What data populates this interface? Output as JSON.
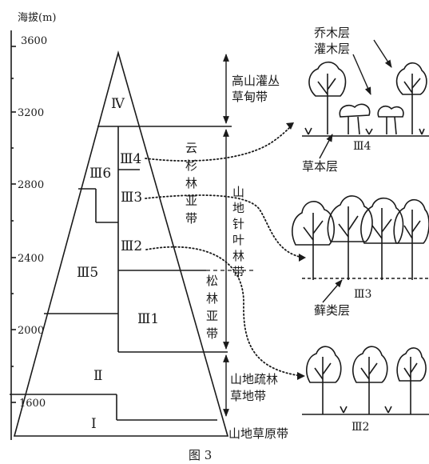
{
  "axis": {
    "title": "海拔(m)",
    "ticks": [
      "3600",
      "3200",
      "2800",
      "2400",
      "2000",
      "1600"
    ]
  },
  "zones": {
    "z4": "Ⅳ",
    "z3_6": "Ⅲ6",
    "z3_5": "Ⅲ5",
    "z3_4": "Ⅲ4",
    "z3_3": "Ⅲ3",
    "z3_2": "Ⅲ2",
    "z3_1": "Ⅲ1",
    "z2": "Ⅱ",
    "z1": "Ⅰ"
  },
  "sub_belts": {
    "spruce": "云杉林亚带",
    "pine": "松林亚带"
  },
  "belts": {
    "alpine": [
      "高山灌丛",
      "草甸带"
    ],
    "conifer": "山地针叶林带",
    "sparse": [
      "山地疏林",
      "草地带"
    ],
    "steppe": "山地草原带"
  },
  "panels": {
    "p4_label": "Ⅲ4",
    "p3_label": "Ⅲ3",
    "p2_label": "Ⅲ2",
    "tree_layer": "乔木层",
    "shrub_layer": "灌木层",
    "herb_layer": "草本层",
    "moss_layer": "藓类层"
  },
  "caption": "图 3"
}
